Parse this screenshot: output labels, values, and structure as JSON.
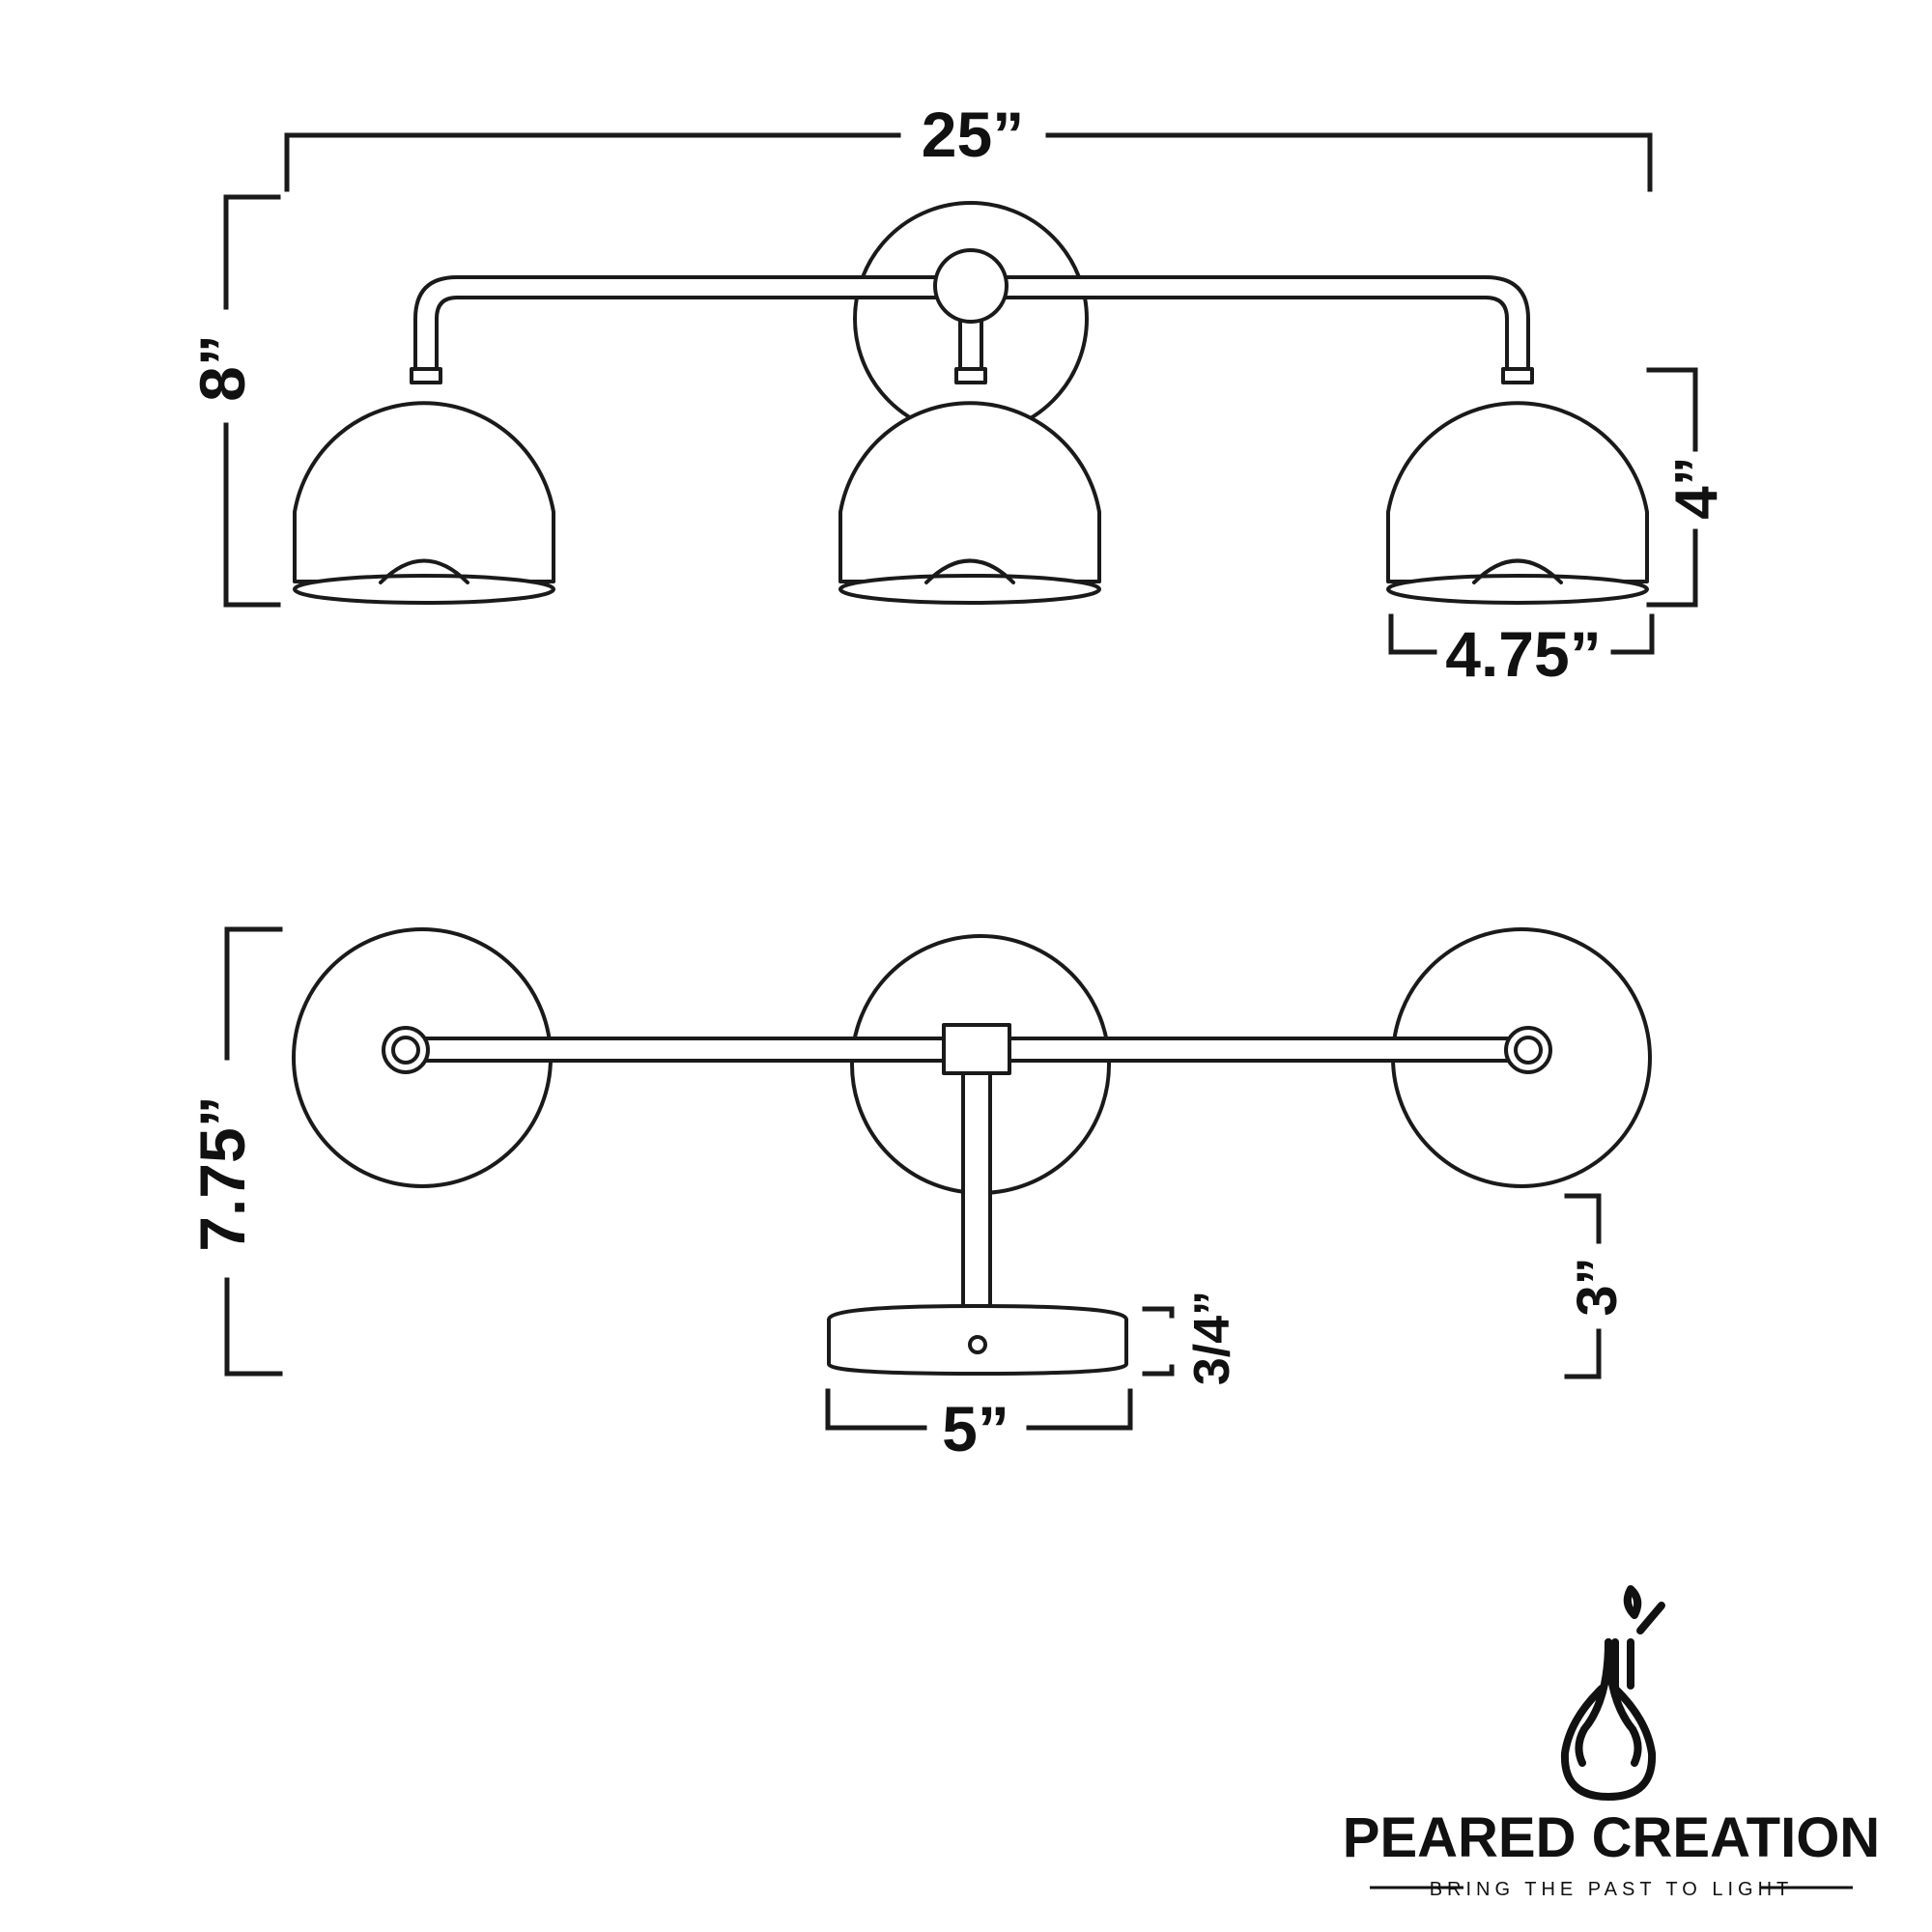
{
  "dimensions": {
    "overall_width": "25”",
    "front_height": "8”",
    "shade_height": "4”",
    "shade_diameter": "4.75”",
    "top_depth": "7.75”",
    "extension": "3”",
    "backplate_thickness": "3/4”",
    "backplate_diameter": "5”"
  },
  "brand": {
    "name": "PEARED CREATION",
    "tagline": "BRING THE PAST TO LIGHT"
  },
  "colors": {
    "line": "#1a1a1a",
    "background": "#ffffff"
  }
}
